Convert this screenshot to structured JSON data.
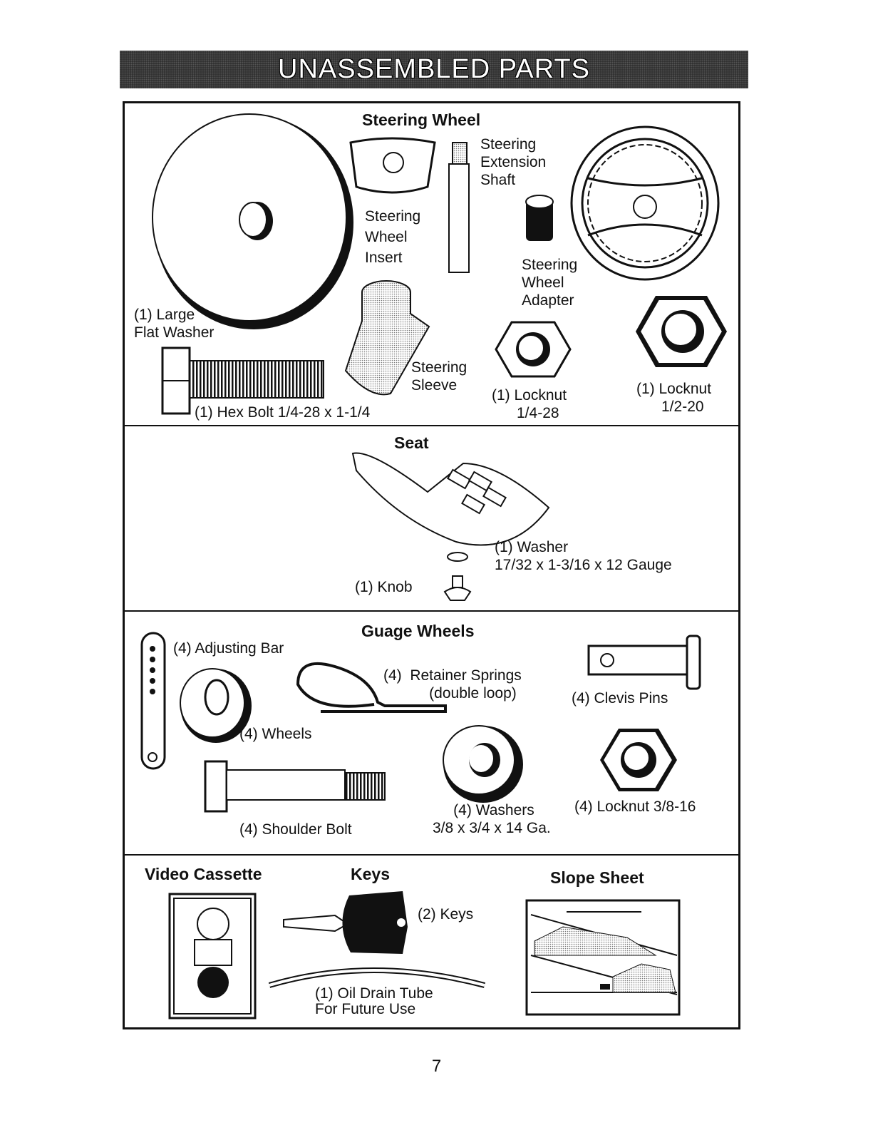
{
  "title": "UNASSEMBLED PARTS",
  "sections": {
    "steering": {
      "heading": "Steering Wheel",
      "extension_shaft": "Steering\nExtension\nShaft",
      "wheel_insert": "Steering\nWheel\nInsert",
      "wheel_adapter": "Steering\nWheel\nAdapter",
      "flat_washer": "(1) Large\nFlat Washer",
      "hex_bolt": "(1) Hex Bolt  1/4-28 x 1-1/4",
      "steering_sleeve": "Steering\nSleeve",
      "locknut_small": "(1) Locknut\n      1/4-28",
      "locknut_large": "(1) Locknut\n      1/2-20"
    },
    "seat": {
      "heading": "Seat",
      "washer": "(1) Washer\n17/32 x 1-3/16 x 12 Gauge",
      "knob": "(1) Knob"
    },
    "gauge_wheels": {
      "heading": "Guage Wheels",
      "adjusting_bar": "(4) Adjusting Bar",
      "retainer_springs": "(4)  Retainer Springs\n           (double loop)",
      "clevis_pins": "(4) Clevis Pins",
      "wheels": "(4) Wheels",
      "shoulder_bolt": "(4) Shoulder Bolt",
      "washers": "     (4) Washers\n3/8 x 3/4 x 14 Ga.",
      "locknut": "(4) Locknut  3/8-16"
    },
    "misc": {
      "video_heading": "Video Cassette",
      "keys_heading": "Keys",
      "keys_label": "(2) Keys",
      "slope_heading": "Slope Sheet",
      "oil_tube": "(1) Oil Drain Tube\nFor Future Use"
    }
  },
  "page_number": "7"
}
